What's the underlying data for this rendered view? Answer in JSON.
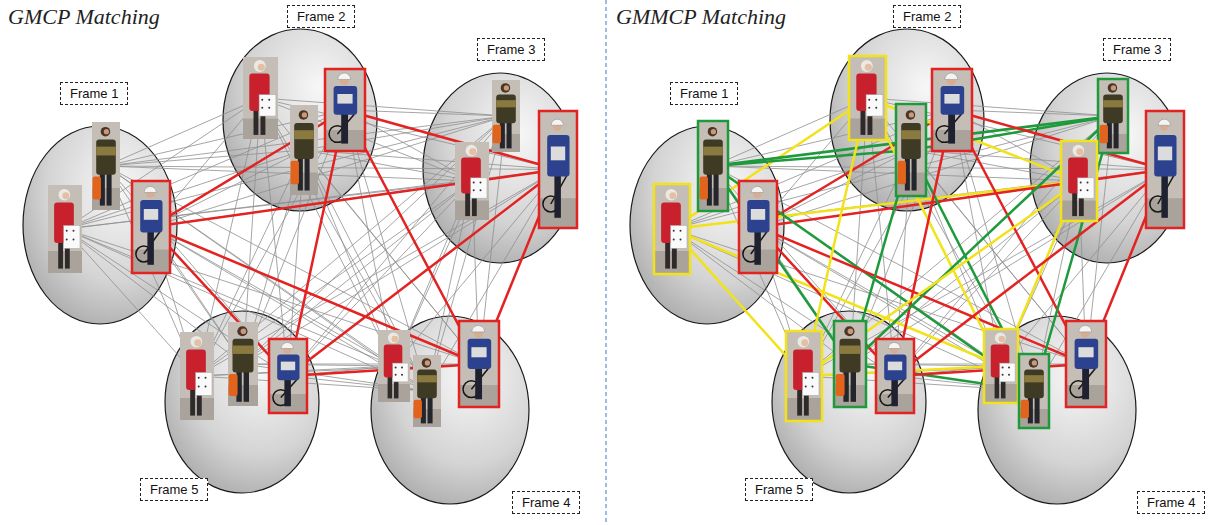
{
  "diagram": {
    "nodes": [
      {
        "text": [
          "Frame 1"
        ]
      },
      {
        "text": [
          "Frame 2"
        ]
      },
      {
        "text": [
          "Frame 3"
        ]
      },
      {
        "text": [
          "Frame 4"
        ]
      },
      {
        "text": [
          "Frame 5"
        ]
      },
      {
        "text": [
          "Frame 1"
        ]
      },
      {
        "text": [
          "Frame 2"
        ]
      },
      {
        "text": [
          "Frame 3"
        ]
      },
      {
        "text": [
          "Frame 4"
        ]
      },
      {
        "text": [
          "Frame 5"
        ]
      }
    ],
    "labels": [
      "GMCP Matching",
      "GMMCP Matching"
    ]
  }
}
